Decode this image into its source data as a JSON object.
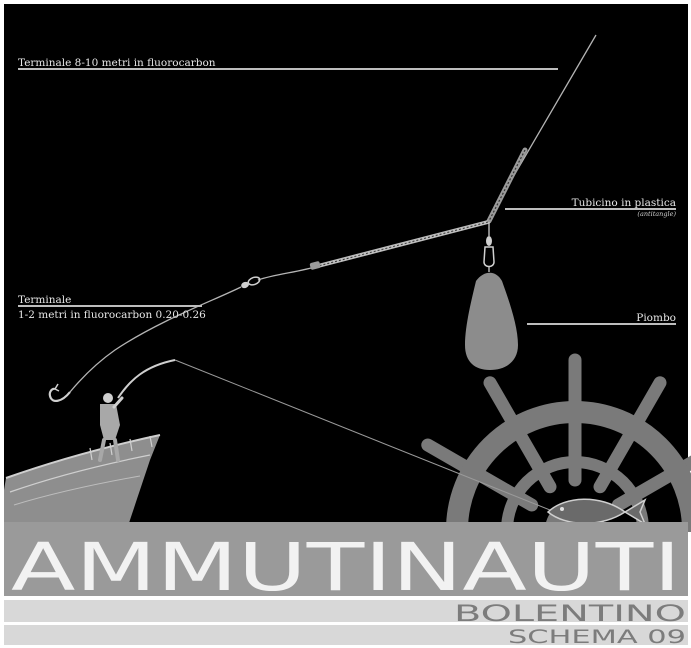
{
  "labels": {
    "leader_long": "Terminale 8-10 metri in fluorocarbon",
    "tube_title": "Tubicino in plastica",
    "tube_subtitle": "(antitangle)",
    "leader_short_title": "Terminale",
    "leader_short_detail": "1-2 metri in fluorocarbon 0.20-0.26",
    "sinker": "Piombo"
  },
  "branding": {
    "name": "AMMUTINAUTI",
    "technique": "BOLENTINO",
    "scheme": "SCHEMA 09"
  },
  "colors": {
    "background": "#000000",
    "line": "#b4b4b4",
    "sinker": "#8c8c8c",
    "wheel": "#7a7a7a",
    "banner": "#9a9a9a",
    "brand_text": "#f2f2f2",
    "footer_band": "#d8d8d8",
    "footer_text": "#7c7c7c"
  },
  "icons": [
    "hook-icon",
    "swivel-icon",
    "snap-swivel-icon",
    "sinker-icon",
    "angler-icon",
    "boat-icon",
    "ship-wheel-icon",
    "fish-icon"
  ]
}
